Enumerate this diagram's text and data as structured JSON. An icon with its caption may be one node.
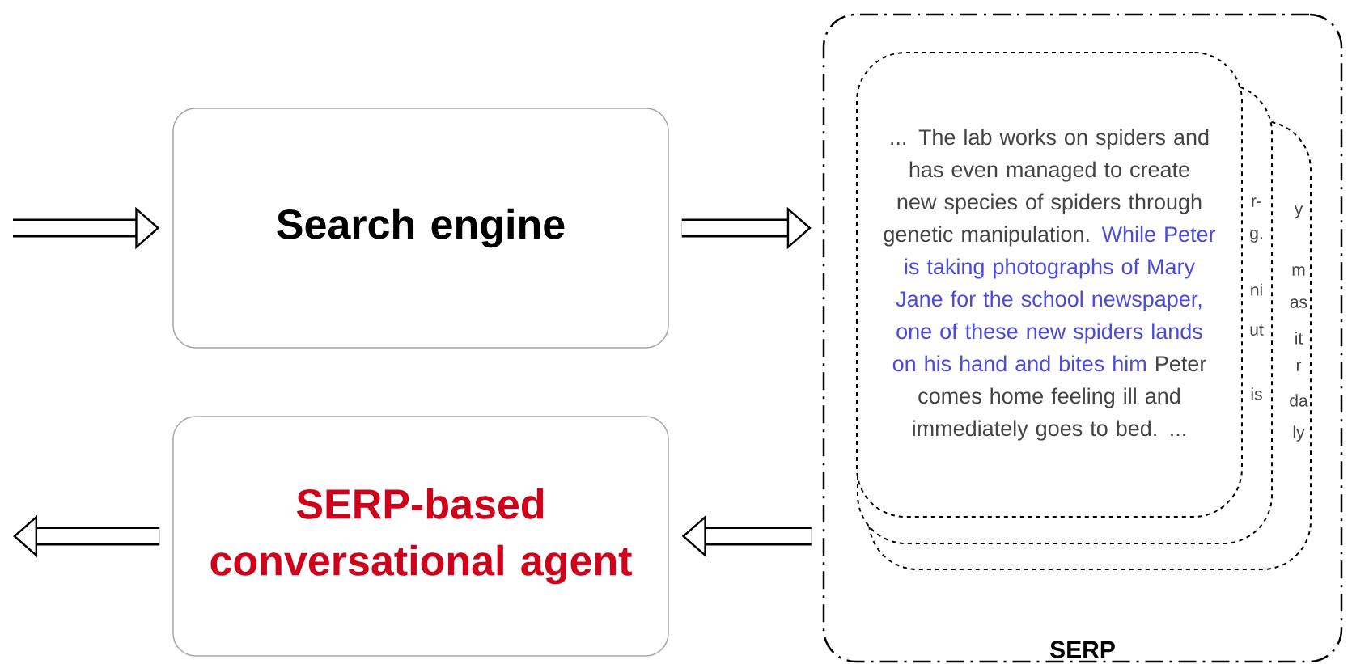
{
  "diagram": {
    "nodes": [
      {
        "text": [
          "Search engine"
        ]
      },
      {
        "text": [
          "SERP-based conversational agent"
        ]
      },
      {
        "text": [
          "SERP"
        ]
      },
      {
        "text": [
          "y",
          "m",
          "as",
          "it",
          "r",
          "da",
          "ly"
        ],
        "in": 2
      },
      {
        "text": [
          "r-",
          "g.",
          "ni",
          "ut",
          "is"
        ],
        "in": 2
      },
      {
        "text": [
          "... The lab works on spiders and has even managed to create new species of spiders through genetic manipulation.",
          "While Peter is taking photographs of Mary Jane for the school newspaper, one of these new spiders lands on his hand and bites him",
          "Peter comes home feeling ill and immediately goes to bed. ..."
        ],
        "in": 2
      }
    ],
    "edges": [
      {
        "from": null,
        "to": 0,
        "arrow": "to"
      },
      {
        "from": 0,
        "to": 2,
        "arrow": "to"
      },
      {
        "from": 2,
        "to": 1,
        "arrow": "to"
      },
      {
        "from": 1,
        "to": null,
        "arrow": "to"
      }
    ]
  }
}
